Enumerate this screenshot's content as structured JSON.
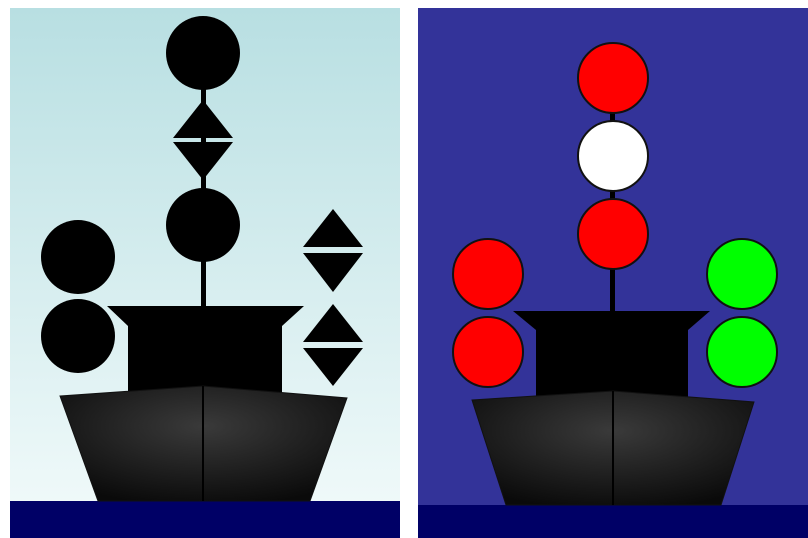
{
  "day_panel": {
    "sky_gradient": [
      "#b8dfe2",
      "#f3fbfb"
    ],
    "sea_color": "#000066",
    "signal_color": "#000000",
    "center_mast_shapes": [
      "ball",
      "diamond",
      "ball"
    ],
    "port_side_shapes": [
      "ball",
      "ball"
    ],
    "starboard_side_shapes": [
      "diamond",
      "diamond"
    ]
  },
  "night_panel": {
    "sky_color": "#333399",
    "sea_color": "#000066",
    "center_mast_lights": [
      "#ff0000",
      "#ffffff",
      "#ff0000"
    ],
    "port_side_lights": [
      "#ff0000",
      "#ff0000"
    ],
    "starboard_side_lights": [
      "#00ff00",
      "#00ff00"
    ]
  },
  "ship": {
    "superstructure_color": "#000000",
    "hull_gradient": [
      "#3a3a3a",
      "#0a0a0a"
    ]
  }
}
